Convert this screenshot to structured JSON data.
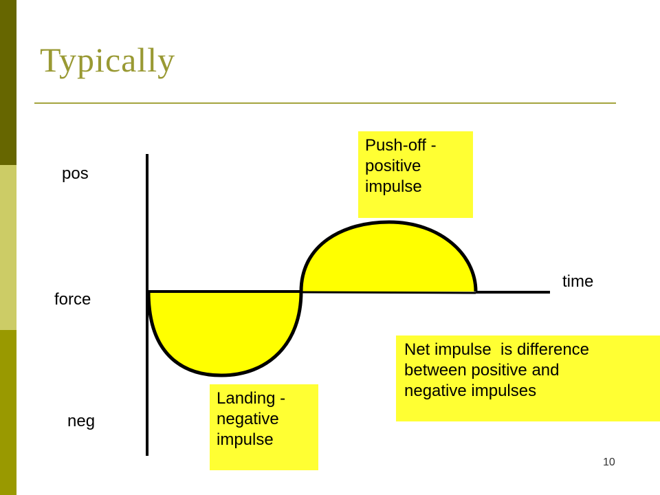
{
  "slide": {
    "title": "Typically",
    "page_number": "10",
    "accent_colors": [
      "#666600",
      "#cccc66",
      "#999900"
    ],
    "title_color": "#999933"
  },
  "diagram": {
    "axis_labels": {
      "pos": "pos",
      "force": "force",
      "neg": "neg",
      "time": "time"
    },
    "fill_color": "#ffff00",
    "annotations": {
      "push_off": [
        "Push-off -",
        "positive",
        "impulse"
      ],
      "landing": [
        "Landing -",
        "negative",
        "impulse"
      ],
      "net": [
        "Net impulse  is difference",
        "between positive and",
        "negative impulses"
      ]
    }
  }
}
